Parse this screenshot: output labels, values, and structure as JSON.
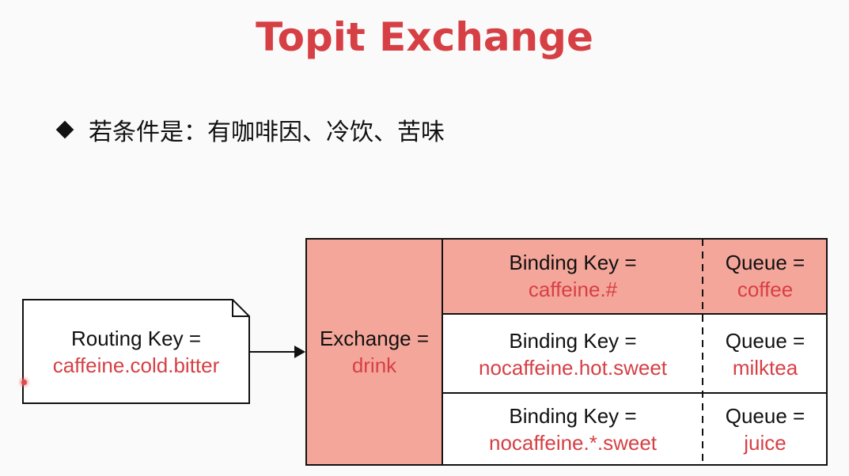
{
  "title": "Topit Exchange",
  "bullet": {
    "text": "若条件是：有咖啡因、冷饮、苦味"
  },
  "routing": {
    "label": "Routing Key =",
    "value": "caffeine.cold.bitter"
  },
  "exchange": {
    "label": "Exchange =",
    "value": "drink"
  },
  "bindings": [
    {
      "binding_label": "Binding Key =",
      "binding_value": "caffeine.#",
      "queue_label": "Queue =",
      "queue_value": "coffee",
      "highlighted": true
    },
    {
      "binding_label": "Binding Key =",
      "binding_value": "nocaffeine.hot.sweet",
      "queue_label": "Queue =",
      "queue_value": "milktea",
      "highlighted": false
    },
    {
      "binding_label": "Binding Key =",
      "binding_value": "nocaffeine.*.sweet",
      "queue_label": "Queue =",
      "queue_value": "juice",
      "highlighted": false
    }
  ],
  "colors": {
    "title": "#d64045",
    "value_text": "#d64045",
    "highlight_fill": "#f5a69a"
  }
}
